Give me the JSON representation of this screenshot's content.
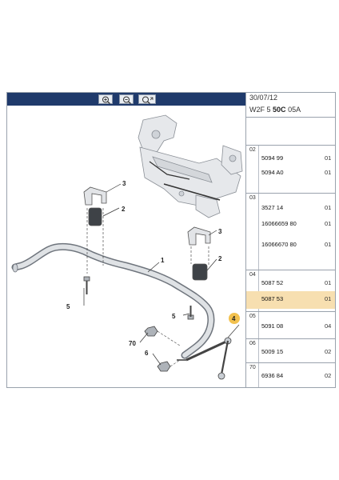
{
  "header": {
    "date": "30/07/12",
    "code_prefix": "W2F 5",
    "code_bold": "50C",
    "code_suffix": "05A"
  },
  "toolbar": {
    "zoom_in_icon": "zoom-in-icon",
    "zoom_out_icon": "zoom-out-icon",
    "zoom_fit_icon": "zoom-fit-icon"
  },
  "diagram": {
    "callouts": [
      "1",
      "2",
      "3",
      "2",
      "3",
      "4",
      "5",
      "5",
      "6",
      "70"
    ],
    "highlight_color": "#f2c14e"
  },
  "parts": {
    "sections": [
      {
        "num": "02",
        "rows": [
          {
            "pn": "5094 99",
            "qty": "01"
          },
          {
            "pn": "5094 A0",
            "qty": "01"
          }
        ]
      },
      {
        "num": "03",
        "rows": [
          {
            "pn": "3527 14",
            "qty": "01"
          },
          {
            "pn": "16066659 80",
            "qty": "01"
          },
          {
            "pn": "16066670 80",
            "qty": "01"
          }
        ]
      },
      {
        "num": "04",
        "rows": [
          {
            "pn": "5087 52",
            "qty": "01"
          },
          {
            "pn": "5087 53",
            "qty": "01"
          }
        ]
      },
      {
        "num": "05",
        "rows": [
          {
            "pn": "5091 08",
            "qty": "04"
          }
        ]
      },
      {
        "num": "06",
        "rows": [
          {
            "pn": "5009 15",
            "qty": "02"
          }
        ]
      },
      {
        "num": "70",
        "rows": [
          {
            "pn": "6936 84",
            "qty": "02"
          }
        ]
      }
    ]
  },
  "colors": {
    "toolbar": "#1f3a6b",
    "selected_row": "#f7dfb0",
    "border": "#9aa2ad"
  }
}
